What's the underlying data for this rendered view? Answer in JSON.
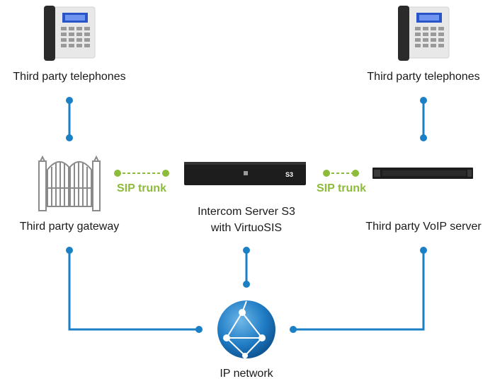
{
  "labels": {
    "phones_left": "Third party telephones",
    "phones_right": "Third party telephones",
    "gateway": "Third party gateway",
    "server_line1": "Intercom Server S3",
    "server_line2": "with VirtuoSIS",
    "voip": "Third party VoIP server",
    "network": "IP network",
    "device_badge": "S3"
  },
  "trunks": {
    "left": "SIP trunk",
    "right": "SIP trunk"
  },
  "colors": {
    "link": "#1a7fc4",
    "trunk": "#8dbb3a",
    "text": "#1a1a1a"
  },
  "icons": {
    "phone": "desk-telephone-icon",
    "gateway": "gate-icon",
    "server": "intercom-server-device",
    "voip": "rack-server-icon",
    "network": "globe-network-icon"
  }
}
